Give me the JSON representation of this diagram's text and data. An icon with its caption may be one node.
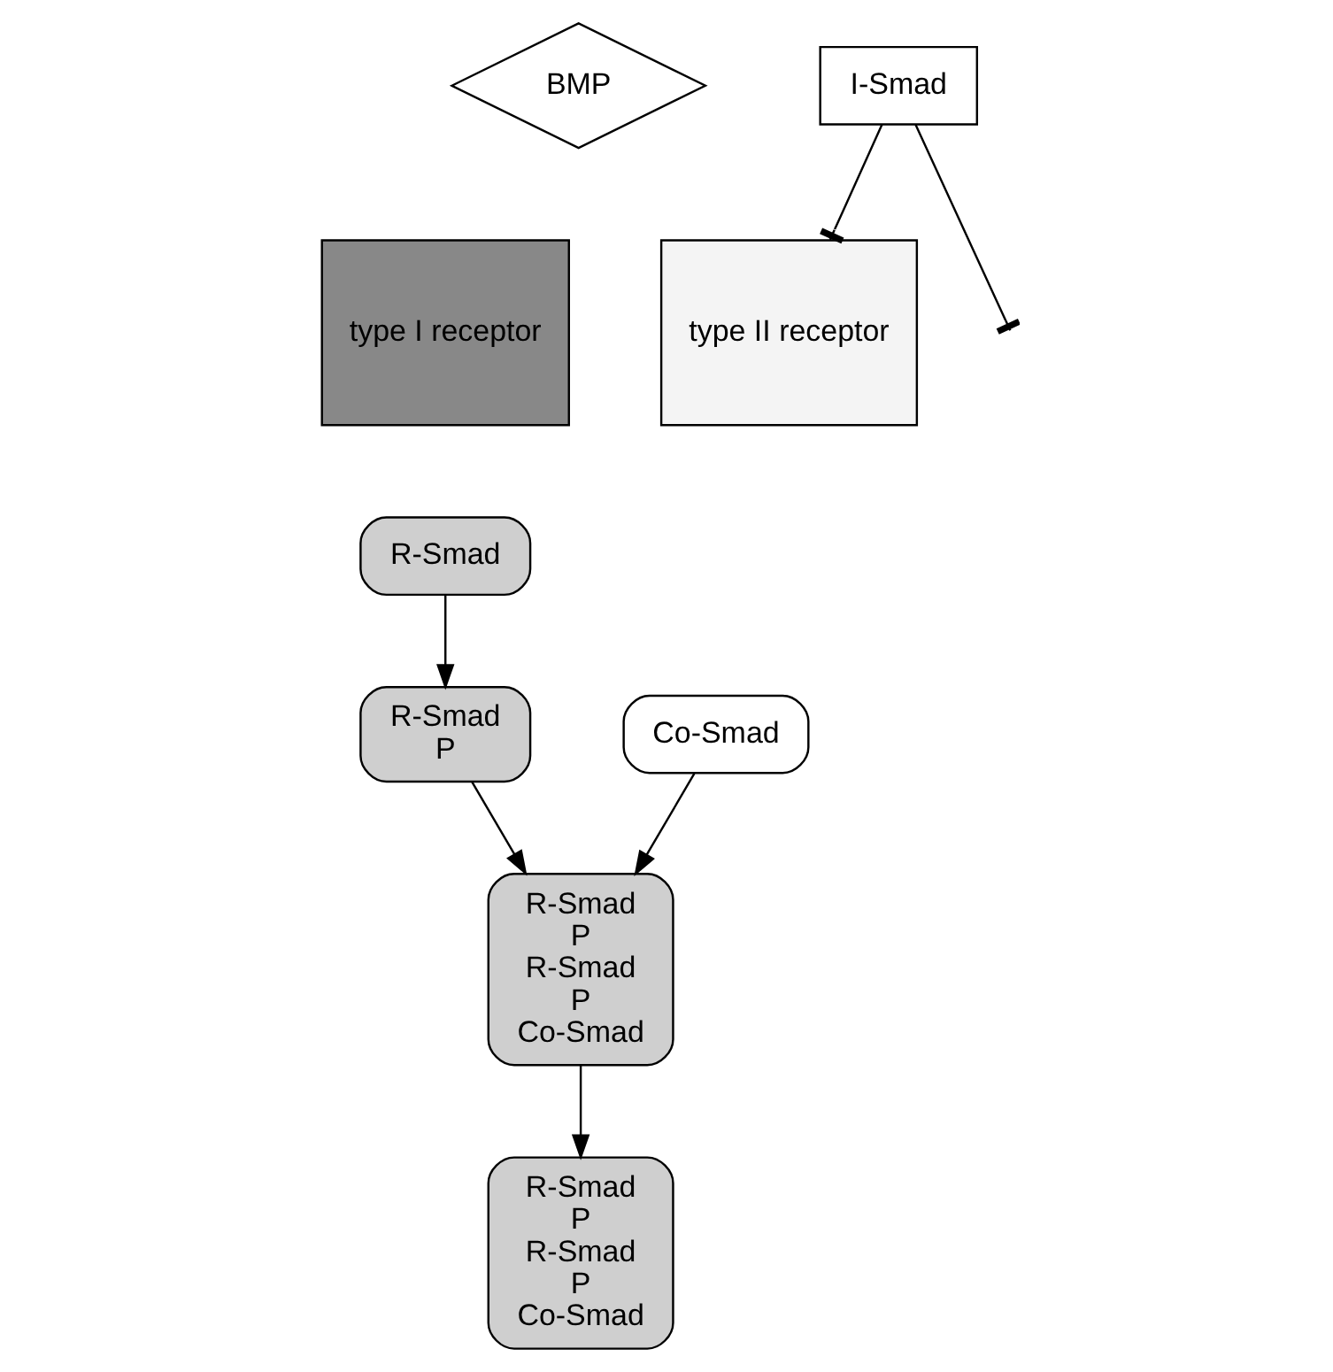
{
  "diagram": {
    "nodes": [
      {
        "text": [
          "BMP"
        ]
      },
      {
        "text": [
          "type II receptor"
        ]
      },
      {
        "text": [
          "type I receptor"
        ]
      },
      {
        "text": [
          "R-Smad"
        ]
      },
      {
        "text": [
          "R-Smad",
          "P"
        ]
      },
      {
        "text": [
          "Co-Smad"
        ]
      },
      {
        "text": [
          "I-Smad"
        ]
      },
      {
        "text": [
          "R-Smad",
          "P",
          "R-Smad",
          "P",
          "Co-Smad"
        ]
      },
      {
        "text": [
          "R-Smad",
          "P",
          "R-Smad",
          "P",
          "Co-Smad"
        ]
      }
    ],
    "edges": [
      {
        "from": 3,
        "to": 4,
        "arrow": "to"
      },
      {
        "from": 6,
        "to": 1,
        "arrow": "other"
      },
      {
        "from": 6,
        "to": null,
        "arrow": "other"
      },
      {
        "from": 4,
        "to": 7,
        "arrow": "to"
      },
      {
        "from": 5,
        "to": 7,
        "arrow": "to"
      },
      {
        "from": 7,
        "to": 8,
        "arrow": "to"
      }
    ]
  }
}
